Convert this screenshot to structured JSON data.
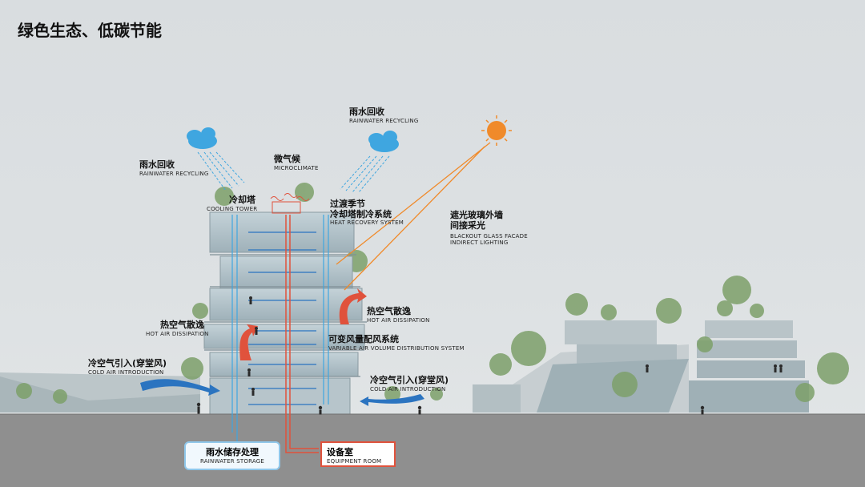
{
  "title": "绿色生态、低碳节能",
  "labels": {
    "rain_left": {
      "zh": "雨水回收",
      "en": "RAINWATER RECYCLING"
    },
    "rain_right": {
      "zh": "雨水回收",
      "en": "RAINWATER RECYCLING"
    },
    "microclimate": {
      "zh": "微气候",
      "en": "MICROCLIMATE"
    },
    "cooling_tower": {
      "zh": "冷却塔",
      "en": "COOLING TOWER"
    },
    "heat_recovery": {
      "zh1": "过渡季节",
      "zh2": "冷却塔制冷系统",
      "en": "HEAT RECOVERY SYSTEM"
    },
    "glass_facade": {
      "zh1": "遮光玻璃外墙",
      "zh2": "间接采光",
      "en1": "BLACKOUT GLASS FACADE",
      "en2": "INDIRECT LIGHTING"
    },
    "hot_air_right": {
      "zh": "热空气散逸",
      "en": "HOT AIR DISSIPATION"
    },
    "hot_air_left": {
      "zh": "热空气散逸",
      "en": "HOT AIR DISSIPATION"
    },
    "vav": {
      "zh": "可变风量配风系统",
      "en": "VARIABLE AIR VOLUME DISTRIBUTION SYSTEM"
    },
    "cold_air_left": {
      "zh": "冷空气引入(穿堂风)",
      "en": "COLD AIR INTRODUCTION"
    },
    "cold_air_right": {
      "zh": "冷空气引入(穿堂风)",
      "en": "COLD AIR INTRODUCTION"
    }
  },
  "boxes": {
    "storage": {
      "zh": "雨水储存处理",
      "en": "RAINWATER STORAGE"
    },
    "equipment": {
      "zh": "设备室",
      "en": "EQUIPMENT ROOM"
    }
  },
  "colors": {
    "water": "#3fa6e0",
    "hot_air": "#e0523c",
    "sun": "#f08a2a",
    "cold_air": "#2b74c0",
    "ground": "#8f8f8f",
    "tree": "#7da06a"
  }
}
